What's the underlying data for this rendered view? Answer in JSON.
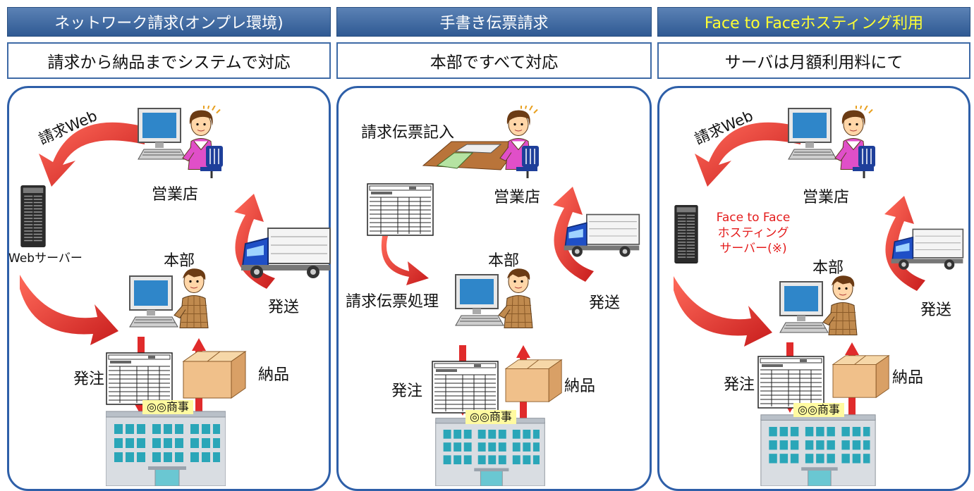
{
  "columns": [
    {
      "header": "ネットワーク請求(オンプレ環境)",
      "header_color": "#ffffff",
      "subheader": "請求から納品までシステムで対応",
      "labels": {
        "web": "請求Web",
        "server": "Webサーバー",
        "store": "営業店",
        "hq": "本部",
        "ship": "発送",
        "order": "発注",
        "deliver": "納品",
        "company": "◎◎商事"
      }
    },
    {
      "header": "手書き伝票請求",
      "header_color": "#ffffff",
      "subheader": "本部ですべて対応",
      "labels": {
        "entry": "請求伝票記入",
        "store": "営業店",
        "hq": "本部",
        "process": "請求伝票処理",
        "ship": "発送",
        "order": "発注",
        "deliver": "納品",
        "company": "◎◎商事"
      }
    },
    {
      "header": "Face to Faceホスティング利用",
      "header_color": "#ffff33",
      "subheader": "サーバは月額利用料にて",
      "labels": {
        "web": "請求Web",
        "server1": "Face to Face",
        "server2": "ホスティング",
        "server3": "サーバー(※)",
        "store": "営業店",
        "hq": "本部",
        "ship": "発送",
        "order": "発注",
        "deliver": "納品",
        "company": "◎◎商事"
      }
    }
  ],
  "colors": {
    "header_bg": "#3a679f",
    "panel_border": "#2e5fa8",
    "arrow_red": "#e02b2b",
    "accent_red_text": "#e41c1c"
  }
}
